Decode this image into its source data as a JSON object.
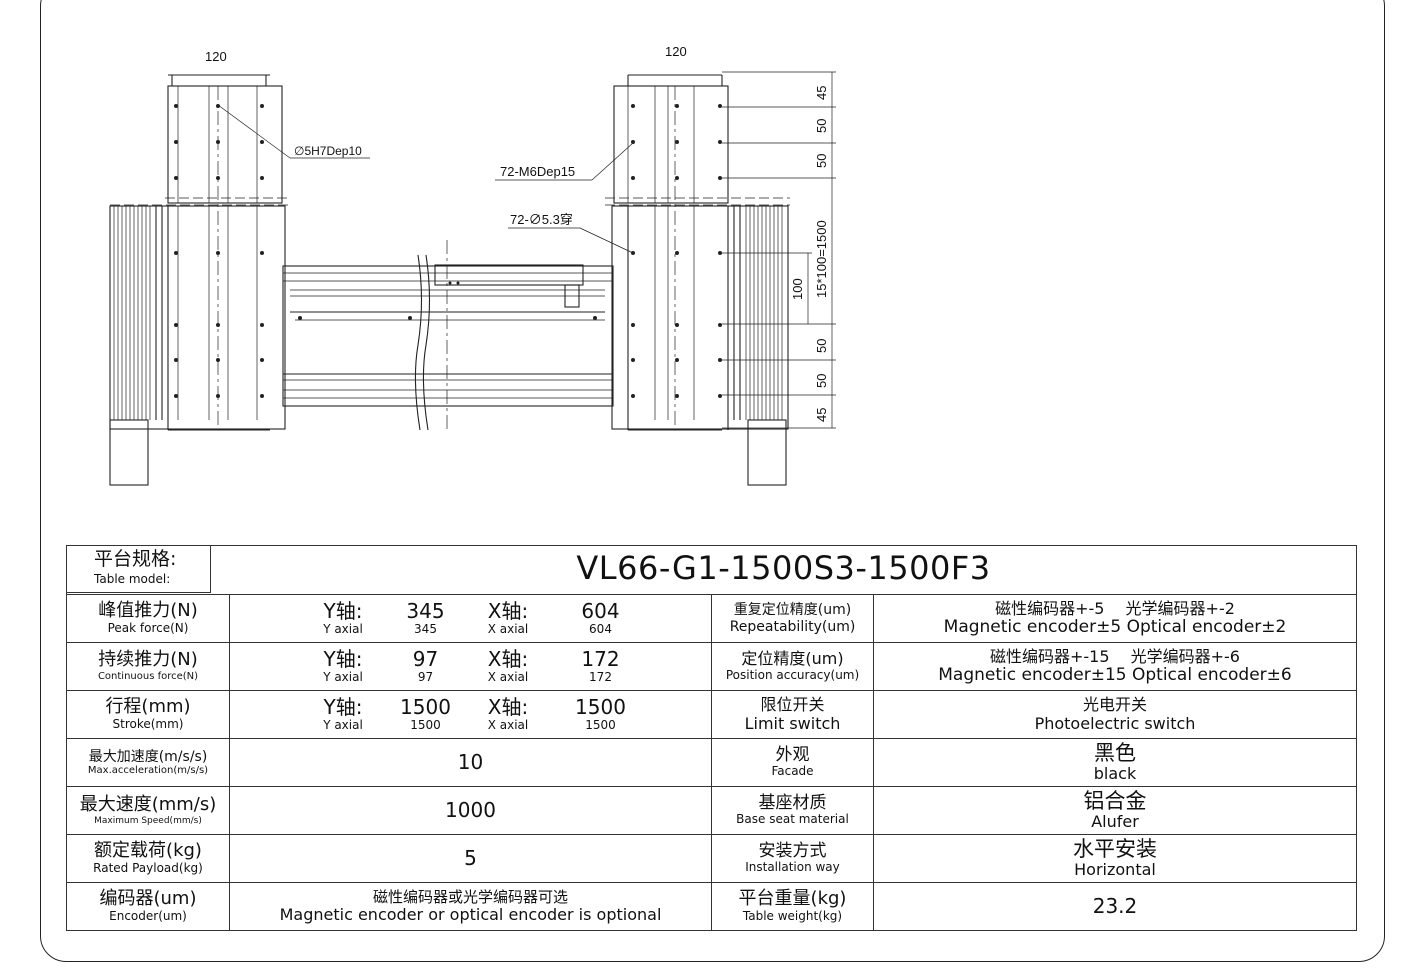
{
  "drawing": {
    "dim_width_left": "120",
    "dim_width_right": "120",
    "hole_callout": "∅5H7Dep10",
    "thread_callout": "72-M6Dep15",
    "through_hole_callout": "72-∅5.3穿",
    "pitch_top_1": "45",
    "pitch_top_2": "50",
    "pitch_top_3": "50",
    "pitch_total": "15*100=1500",
    "pitch_unit": "100",
    "pitch_bottom_1": "50",
    "pitch_bottom_2": "50",
    "pitch_bottom_3": "45"
  },
  "table": {
    "model_label_zh": "平台规格:",
    "model_label_en": "Table model:",
    "model_value": "VL66-G1-1500S3-1500F3",
    "y_axis_zh": "Y轴:",
    "y_axis_en": "Y axial",
    "x_axis_zh": "X轴:",
    "x_axis_en": "X axial",
    "rows": [
      {
        "label_zh": "峰值推力(N)",
        "label_en": "Peak force(N)",
        "y_val": "345",
        "x_val": "604",
        "spec_zh": "重复定位精度(um)",
        "spec_en": "Repeatability(um)",
        "spec_val_zh": "磁性编码器+-5　 光学编码器+-2",
        "spec_val_en": "Magnetic encoder±5  Optical encoder±2"
      },
      {
        "label_zh": "持续推力(N)",
        "label_en": "Continuous force(N)",
        "y_val": "97",
        "x_val": "172",
        "spec_zh": "定位精度(um)",
        "spec_en": "Position accuracy(um)",
        "spec_val_zh": "磁性编码器+-15　 光学编码器+-6",
        "spec_val_en": "Magnetic encoder±15  Optical encoder±6"
      },
      {
        "label_zh": "行程(mm)",
        "label_en": "Stroke(mm)",
        "y_val": "1500",
        "x_val": "1500",
        "spec_zh": "限位开关",
        "spec_en": "Limit switch",
        "spec_val_zh": "光电开关",
        "spec_val_en": "Photoelectric switch"
      },
      {
        "label_zh": "最大加速度(m/s/s)",
        "label_en": "Max.acceleration(m/s/s)",
        "value": "10",
        "spec_zh": "外观",
        "spec_en": "Facade",
        "spec_val_zh": "黑色",
        "spec_val_en": "black"
      },
      {
        "label_zh": "最大速度(mm/s)",
        "label_en": "Maximum Speed(mm/s)",
        "value": "1000",
        "spec_zh": "基座材质",
        "spec_en": "Base seat material",
        "spec_val_zh": "铝合金",
        "spec_val_en": "Alufer"
      },
      {
        "label_zh": "额定载荷(kg)",
        "label_en": "Rated Payload(kg)",
        "value": "5",
        "spec_zh": "安装方式",
        "spec_en": "Installation way",
        "spec_val_zh": "水平安装",
        "spec_val_en": "Horizontal"
      },
      {
        "label_zh": "编码器(um)",
        "label_en": "Encoder(um)",
        "value_zh": "磁性编码器或光学编码器可选",
        "value_en": "Magnetic encoder or optical encoder is optional",
        "spec_zh": "平台重量(kg)",
        "spec_en": "Table weight(kg)",
        "spec_val": "23.2"
      }
    ]
  }
}
